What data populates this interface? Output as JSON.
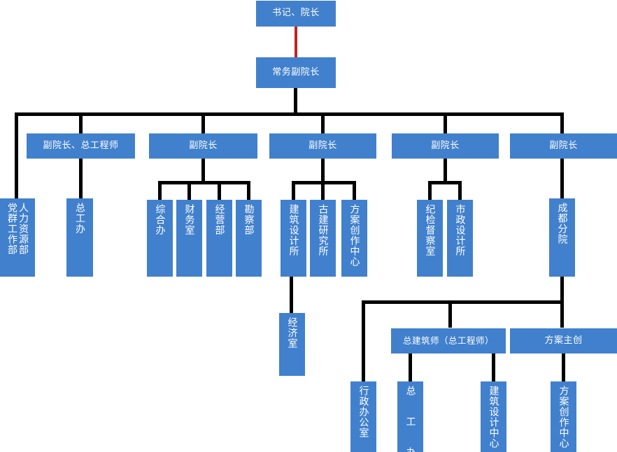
{
  "chart": {
    "title_node": {
      "label": "书记、院长"
    },
    "nodes": {
      "n_secretary_president": "书记、院长",
      "n_exec_vp": "常务副院长",
      "n_vp_chief_engineer": "副院长、总工程师",
      "n_vp_2": "副院长",
      "n_vp_3": "副院长",
      "n_vp_4": "副院长",
      "n_vp_5": "副院长",
      "n_hr_dept": "人力资源部",
      "n_party_work_dept": "党群工作部",
      "n_chief_engineer_office": "总工办",
      "n_general_office": "综合办",
      "n_finance_office": "财务室",
      "n_operations_dept": "经营部",
      "n_survey_dept": "勘察部",
      "n_arch_design_institute": "建筑设计所",
      "n_ancient_arch_institute": "古建研究所",
      "n_scheme_creation_center": "方案创作中心",
      "n_discipline_inspection_office": "纪检督察室",
      "n_municipal_design_institute": "市政设计所",
      "n_chengdu_branch": "成都分院",
      "n_economics_office": "经济室",
      "n_chief_architect": "总建筑师（总工程师）",
      "n_scheme_lead": "方案主创",
      "n_admin_office": "行政办公室",
      "n_chief_engineer_office_2": "总 工 办",
      "n_arch_design_center": "建筑设计中心",
      "n_scheme_creation_center_2": "方案创作中心"
    },
    "colors": {
      "node_fill": "#4180cd",
      "node_text": "#ffffff",
      "connector": "#000000",
      "accent_connector": "#c0241f",
      "background": "#ffffff"
    }
  }
}
